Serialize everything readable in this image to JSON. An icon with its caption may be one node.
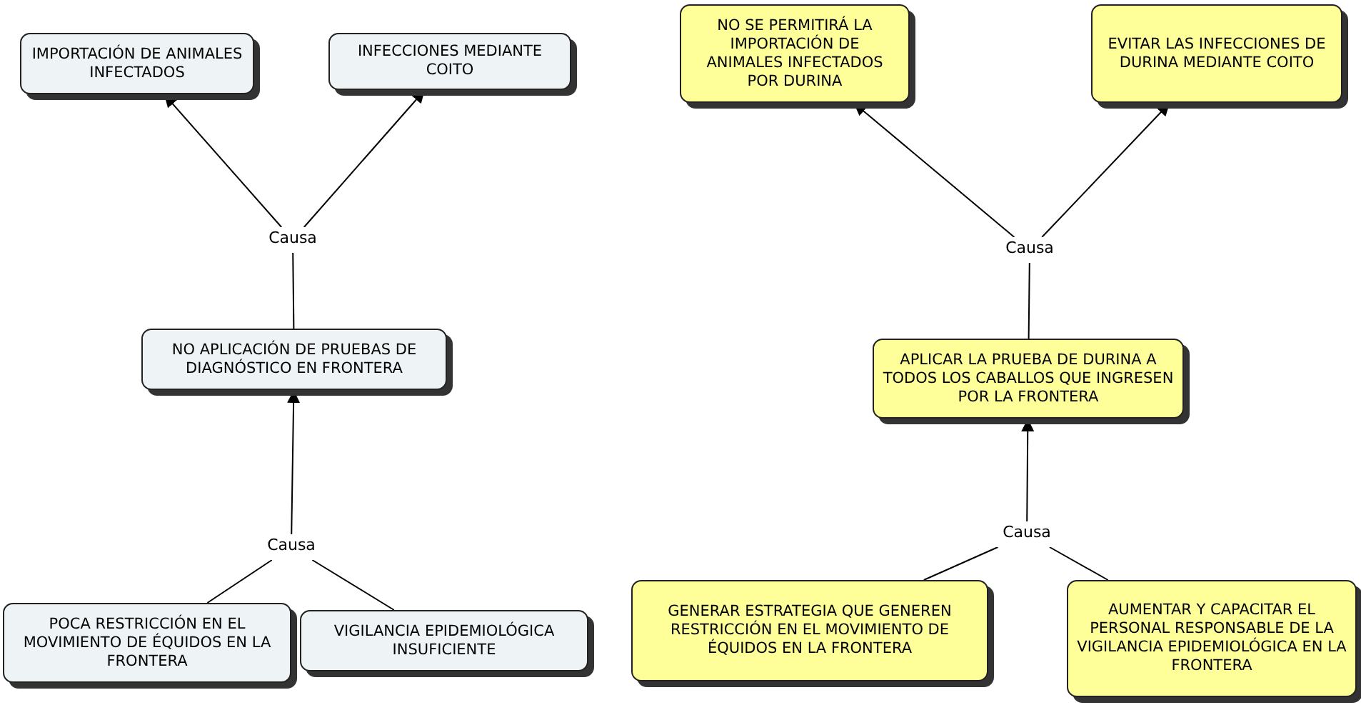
{
  "diagram": {
    "nodes": [
      {
        "text": [
          "IMPORTACIÓN DE ANIMALES INFECTADOS"
        ]
      },
      {
        "text": [
          "INFECCIONES MEDIANTE COITO"
        ]
      },
      {
        "text": [
          "Causa"
        ]
      },
      {
        "text": [
          "NO APLICACIÓN DE PRUEBAS DE DIAGNÓSTICO EN FRONTERA"
        ]
      },
      {
        "text": [
          "Causa"
        ]
      },
      {
        "text": [
          "POCA RESTRICCIÓN EN EL MOVIMIENTO DE ÉQUIDOS EN LA FRONTERA"
        ]
      },
      {
        "text": [
          "VIGILANCIA EPIDEMIOLÓGICA INSUFICIENTE"
        ]
      },
      {
        "text": [
          "NO SE PERMITIRÁ LA IMPORTACIÓN DE ANIMALES INFECTADOS POR DURINA"
        ]
      },
      {
        "text": [
          "EVITAR LAS INFECCIONES DE DURINA MEDIANTE COITO"
        ]
      },
      {
        "text": [
          "Causa"
        ]
      },
      {
        "text": [
          "APLICAR LA PRUEBA DE DURINA A TODOS LOS CABALLOS QUE INGRESEN POR LA FRONTERA"
        ]
      },
      {
        "text": [
          "Causa"
        ]
      },
      {
        "text": [
          "GENERAR ESTRATEGIA QUE GENEREN RESTRICCIÓN EN EL MOVIMIENTO DE ÉQUIDOS EN LA FRONTERA"
        ]
      },
      {
        "text": [
          "AUMENTAR Y CAPACITAR EL PERSONAL RESPONSABLE DE LA VIGILANCIA EPIDEMIOLÓGICA EN LA FRONTERA"
        ]
      }
    ],
    "edges": [
      {
        "from": 2,
        "to": 0,
        "arrow": "to"
      },
      {
        "from": 2,
        "to": 1,
        "arrow": "to"
      },
      {
        "from": 3,
        "to": 2,
        "arrow": "none"
      },
      {
        "from": 4,
        "to": 3,
        "arrow": "to"
      },
      {
        "from": 5,
        "to": 4,
        "arrow": "none"
      },
      {
        "from": 6,
        "to": 4,
        "arrow": "none"
      },
      {
        "from": 9,
        "to": 7,
        "arrow": "to"
      },
      {
        "from": 9,
        "to": 8,
        "arrow": "to"
      },
      {
        "from": 10,
        "to": 9,
        "arrow": "none"
      },
      {
        "from": 11,
        "to": 10,
        "arrow": "to"
      },
      {
        "from": 12,
        "to": 11,
        "arrow": "none"
      },
      {
        "from": 13,
        "to": 11,
        "arrow": "none"
      }
    ]
  }
}
